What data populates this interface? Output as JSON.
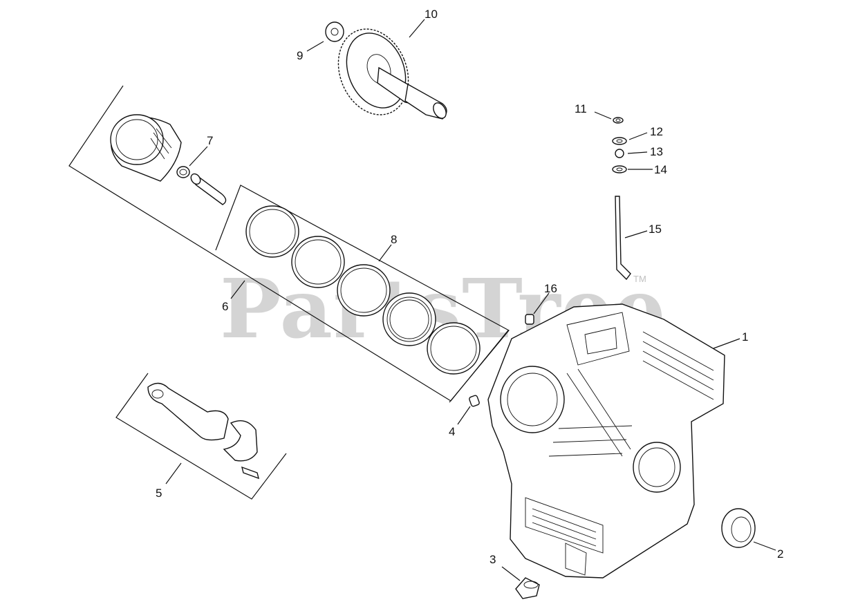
{
  "watermark": {
    "text": "PartsTree",
    "trademark": "TM"
  },
  "callouts": [
    {
      "id": "1",
      "text": "1"
    },
    {
      "id": "2",
      "text": "2"
    },
    {
      "id": "3",
      "text": "3"
    },
    {
      "id": "4",
      "text": "4"
    },
    {
      "id": "5",
      "text": "5"
    },
    {
      "id": "6",
      "text": "6"
    },
    {
      "id": "7",
      "text": "7"
    },
    {
      "id": "8",
      "text": "8"
    },
    {
      "id": "9",
      "text": "9"
    },
    {
      "id": "10",
      "text": "10"
    },
    {
      "id": "11",
      "text": "11"
    },
    {
      "id": "12",
      "text": "12"
    },
    {
      "id": "13",
      "text": "13"
    },
    {
      "id": "14",
      "text": "14"
    },
    {
      "id": "15",
      "text": "15"
    },
    {
      "id": "16",
      "text": "16"
    }
  ]
}
